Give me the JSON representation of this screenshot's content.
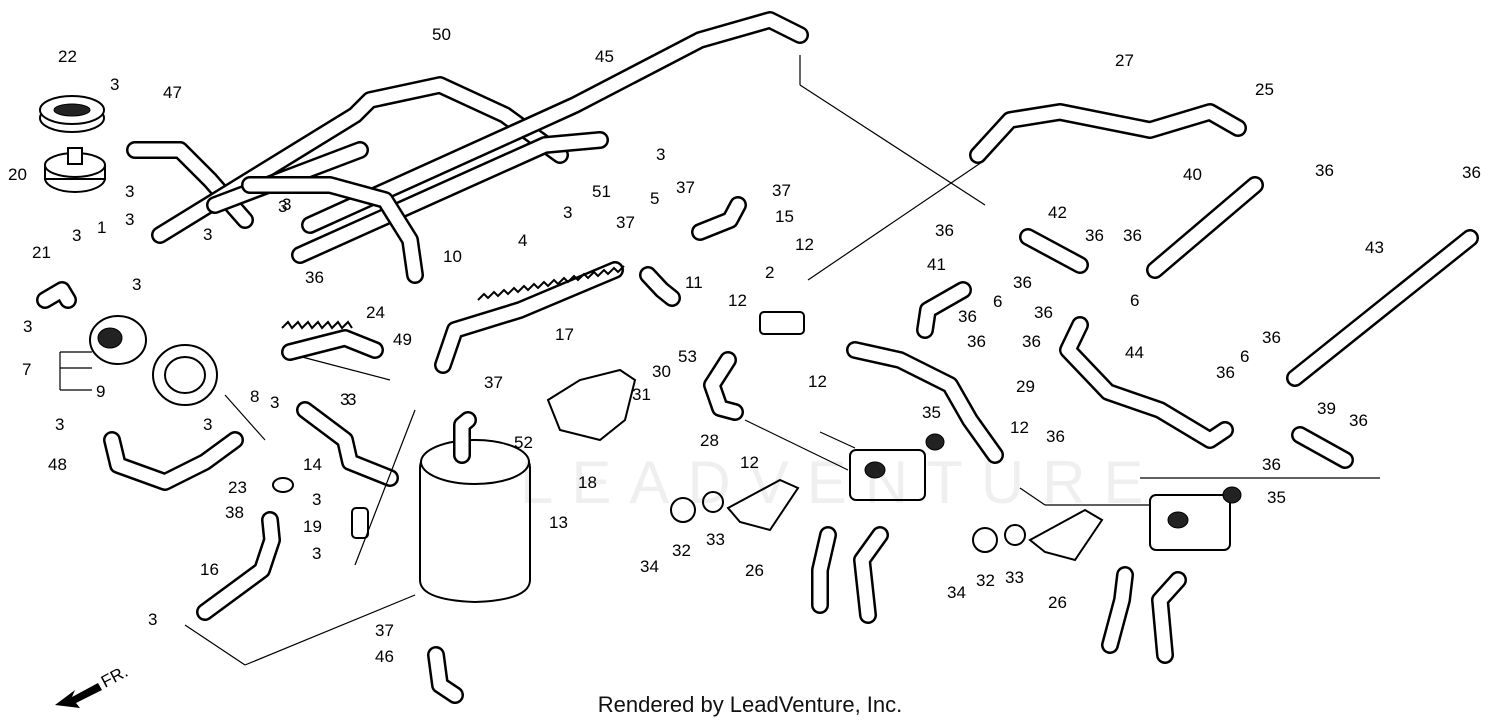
{
  "footer_text": "Rendered by LeadVenture, Inc.",
  "watermark_text": "LEADVENTURE",
  "front_marker": "FR.",
  "callouts": {
    "c1": "22",
    "c2": "3",
    "c3": "47",
    "c4": "50",
    "c5": "45",
    "c6": "27",
    "c7": "25",
    "c8": "20",
    "c9": "3",
    "c10": "3",
    "c11": "1",
    "c12": "3",
    "c13": "3",
    "c14": "21",
    "c15": "3",
    "c16": "7",
    "c17": "9",
    "c18": "3",
    "c19": "48",
    "c20": "3",
    "c21": "36",
    "c22": "10",
    "c23": "3",
    "c24": "51",
    "c25": "3",
    "c26": "5",
    "c27": "37",
    "c28": "37",
    "c29": "15",
    "c30": "37",
    "c31": "4",
    "c32": "11",
    "c33": "12",
    "c34": "2",
    "c35": "17",
    "c36": "12",
    "c37": "53",
    "c38": "30",
    "c39": "31",
    "c40": "12",
    "c41": "24",
    "c42": "49",
    "c43": "8",
    "c44": "3",
    "c45": "3",
    "c46": "37",
    "c47": "3",
    "c48": "14",
    "c49": "52",
    "c50": "18",
    "c51": "28",
    "c52": "12",
    "c53": "36",
    "c54": "42",
    "c55": "36",
    "c56": "36",
    "c57": "40",
    "c58": "36",
    "c59": "36",
    "c60": "36",
    "c61": "41",
    "c62": "6",
    "c63": "36",
    "c64": "36",
    "c65": "6",
    "c66": "36",
    "c67": "36",
    "c68": "43",
    "c69": "29",
    "c70": "44",
    "c71": "36",
    "c72": "6",
    "c73": "36",
    "c74": "35",
    "c75": "12",
    "c76": "39",
    "c77": "36",
    "c78": "36",
    "c79": "23",
    "c80": "3",
    "c81": "38",
    "c82": "19",
    "c83": "3",
    "c84": "13",
    "c85": "16",
    "c86": "3",
    "c87": "37",
    "c88": "46",
    "c89": "34",
    "c90": "32",
    "c91": "33",
    "c92": "26",
    "c93": "34",
    "c94": "32",
    "c95": "33",
    "c96": "26",
    "c97": "35",
    "c98": "3",
    "c99": "36",
    "c100": "3",
    "c101": "3"
  }
}
